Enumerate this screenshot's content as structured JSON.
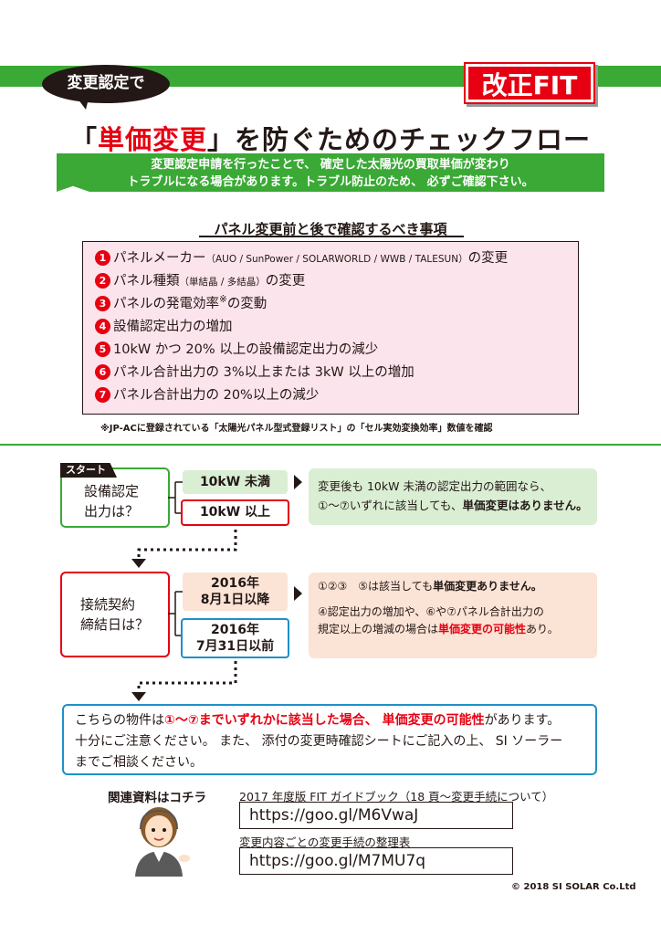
{
  "header": {
    "bubble": "変更認定で",
    "badge": "改正FIT",
    "title_quote_open": "「",
    "title_emphasis": "単価変更",
    "title_rest": "」を防ぐためのチェックフロー",
    "intro_line1": "変更認定申請を行ったことで、 確定した太陽光の買取単価が変わり",
    "intro_line2": "トラブルになる場合があります。トラブル防止のため、 必ずご確認下さい。"
  },
  "checklist": {
    "heading": "パネル変更前と後で確認するべき事項",
    "items": [
      {
        "num": "1",
        "text": "パネルメーカー",
        "small": "（AUO / SunPower / SOLARWORLD / WWB / TALESUN）",
        "tail": "の変更"
      },
      {
        "num": "2",
        "text": "パネル種類",
        "small": "（単結晶 / 多結晶）",
        "tail": "の変更"
      },
      {
        "num": "3",
        "text": "パネルの発電効率",
        "small": "※",
        "tail": "の変動"
      },
      {
        "num": "4",
        "text": "設備認定出力の増加",
        "small": "",
        "tail": ""
      },
      {
        "num": "5",
        "text": "10kW かつ 20% 以上の設備認定出力の減少",
        "small": "",
        "tail": ""
      },
      {
        "num": "6",
        "text": "パネル合計出力の 3%以上または 3kW 以上の増加",
        "small": "",
        "tail": ""
      },
      {
        "num": "7",
        "text": "パネル合計出力の 20%以上の減少",
        "small": "",
        "tail": ""
      }
    ],
    "note": "※JP-ACに登録されている「太陽光パネル型式登録リスト」の「セル実効変換効率」数値を確認"
  },
  "flow": {
    "start": "スタート",
    "q1_line1": "設備認定",
    "q1_line2": "出力は？",
    "q1_opt_a": "10kW 未満",
    "q1_opt_b": "10kW 以上",
    "r1_line1": "変更後も 10kW 未満の認定出力の範囲なら、",
    "r1_line2a": "①～⑦いずれに該当しても、",
    "r1_line2b": "単価変更はありません。",
    "q2_line1": "接続契約",
    "q2_line2": "締結日は？",
    "q2_opt_a1": "2016年",
    "q2_opt_a2": "8月1日以降",
    "q2_opt_b1": "2016年",
    "q2_opt_b2": "7月31日以前",
    "r2_line1a": "①②③　⑤は該当しても",
    "r2_line1b": "単価変更ありません。",
    "r2_line2": "④認定出力の増加や、⑥や⑦パネル合計出力の",
    "r2_line3a": "規定以上の増減の場合は",
    "r2_line3b": "単価変更の可能性",
    "r2_line3c": "あり。",
    "final_line1a": "こちらの物件は",
    "final_line1b": "①～⑦までいずれかに該当した場合、 単価変更の可能性",
    "final_line1c": "があります。",
    "final_line2": "十分にご注意ください。 また、 添付の変更時確認シートにご記入の上、 SI ソーラー",
    "final_line3": "までご相談ください。"
  },
  "links": {
    "heading": "関連資料はコチラ",
    "guide_title": "2017 年度版 FIT ガイドブック（18 頁～変更手続について）",
    "guide_url": "https://goo.gl/M6VwaJ",
    "table_title": "変更内容ごとの変更手続の整理表",
    "table_url": "https://goo.gl/M7MU7q"
  },
  "footer": {
    "copyright": "© 2018 SI SOLAR Co.Ltd"
  }
}
